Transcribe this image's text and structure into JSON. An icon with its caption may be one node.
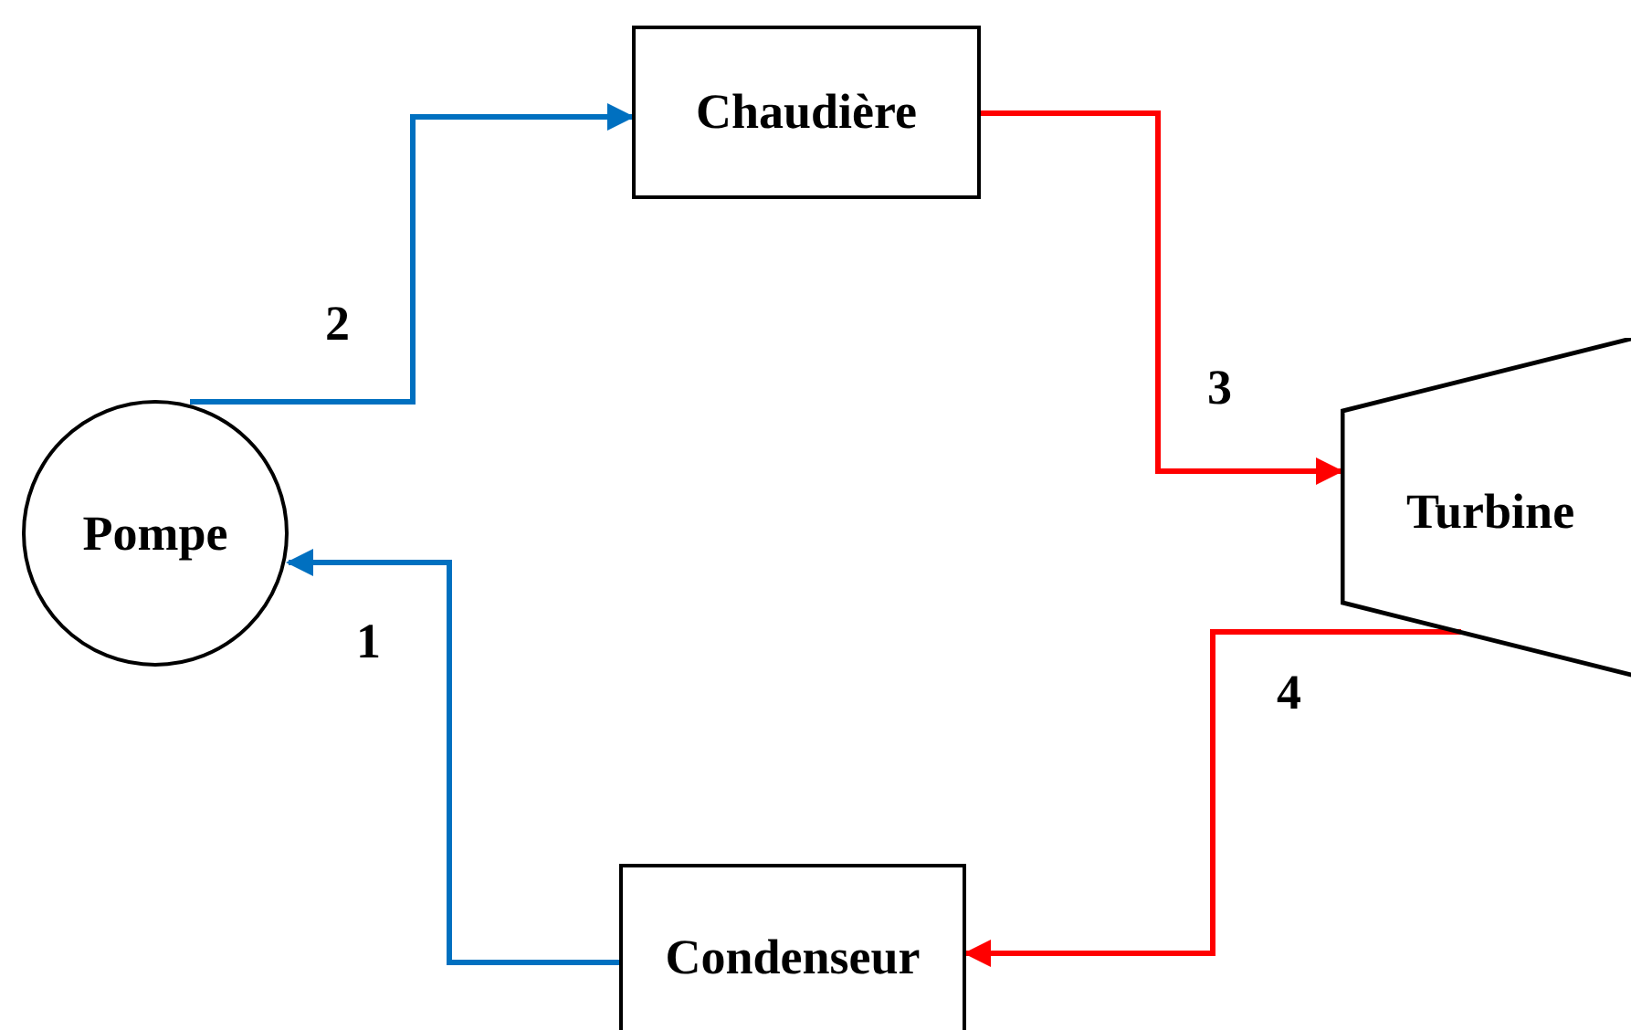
{
  "diagram": {
    "nodes": [
      {
        "text": [
          "Pompe"
        ]
      },
      {
        "text": [
          "Chaudière"
        ]
      },
      {
        "text": [
          "Turbine"
        ]
      },
      {
        "text": [
          "Condenseur"
        ]
      }
    ],
    "edges": [
      {
        "from": 0,
        "to": 1,
        "arrow": "to",
        "label": "2",
        "color": "#0070c0"
      },
      {
        "from": 1,
        "to": 2,
        "arrow": "to",
        "label": "3",
        "color": "#ff0000"
      },
      {
        "from": 2,
        "to": 3,
        "arrow": "to",
        "label": "4",
        "color": "#ff0000"
      },
      {
        "from": 3,
        "to": 0,
        "arrow": "to",
        "label": "1",
        "color": "#0070c0"
      }
    ]
  }
}
